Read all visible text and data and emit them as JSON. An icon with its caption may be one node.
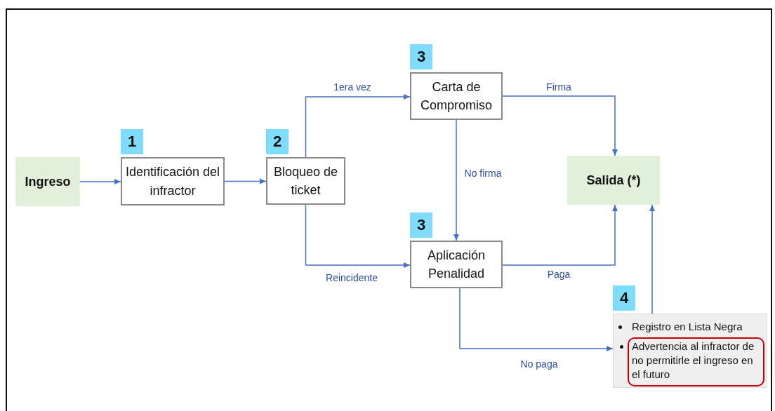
{
  "diagram": {
    "nodes": [
      {
        "text": [
          "Ingreso"
        ]
      },
      {
        "text": [
          "Identificación del infractor"
        ],
        "beside": [
          "1"
        ]
      },
      {
        "text": [
          "Bloqueo de ticket"
        ],
        "beside": [
          "2"
        ]
      },
      {
        "text": [
          "Carta de Compromiso"
        ],
        "beside": [
          "3"
        ]
      },
      {
        "text": [
          "Salida (*)"
        ]
      },
      {
        "text": [
          "Aplicación Penalidad"
        ],
        "beside": [
          "3"
        ]
      },
      {
        "text": [
          "Registro en Lista Negra"
        ],
        "beside": [
          "4"
        ]
      },
      {
        "text": [
          "Advertencia al infractor de no permitirle el ingreso en el futuro"
        ],
        "in": 6
      }
    ],
    "edges": [
      {
        "from": 0,
        "to": 1,
        "arrow": "to"
      },
      {
        "from": 1,
        "to": 2,
        "arrow": "to"
      },
      {
        "from": 2,
        "to": 3,
        "arrow": "to",
        "label": "1era vez"
      },
      {
        "from": 2,
        "to": 5,
        "arrow": "to",
        "label": "Reincidente"
      },
      {
        "from": 3,
        "to": 4,
        "arrow": "to",
        "label": "Firma"
      },
      {
        "from": 3,
        "to": 5,
        "arrow": "to",
        "label": "No firma"
      },
      {
        "from": 5,
        "to": 4,
        "arrow": "to",
        "label": "Paga"
      },
      {
        "from": 5,
        "to": 6,
        "arrow": "to",
        "label": "No paga"
      },
      {
        "from": 6,
        "to": 4,
        "arrow": "to"
      }
    ]
  }
}
